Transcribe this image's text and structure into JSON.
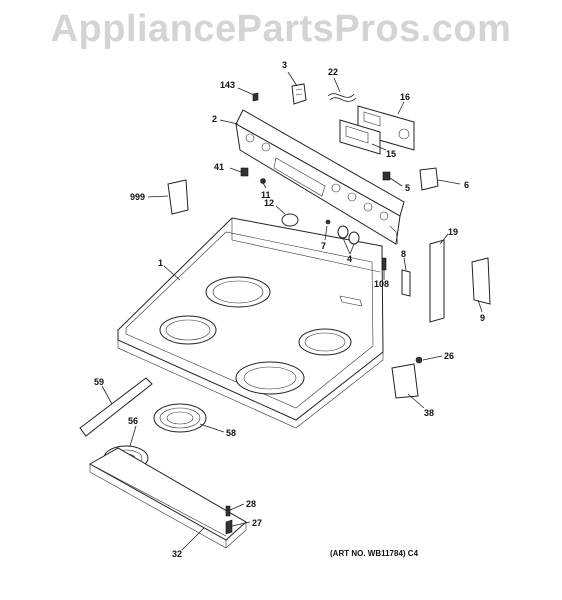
{
  "watermark": "AppliancePartsPros.com",
  "art_number": "(ART NO. WB11784) C4",
  "callouts": {
    "c143": "143",
    "c3": "3",
    "c22": "22",
    "c16": "16",
    "c2": "2",
    "c15": "15",
    "c41": "41",
    "c11": "11",
    "c5": "5",
    "c6": "6",
    "c999": "999",
    "c12": "12",
    "c7": "7",
    "c4": "4",
    "c19": "19",
    "c1": "1",
    "c8": "8",
    "c108": "108",
    "c9": "9",
    "c26": "26",
    "c59": "59",
    "c38": "38",
    "c56": "56",
    "c58": "58",
    "c28": "28",
    "c27": "27",
    "c32": "32"
  }
}
